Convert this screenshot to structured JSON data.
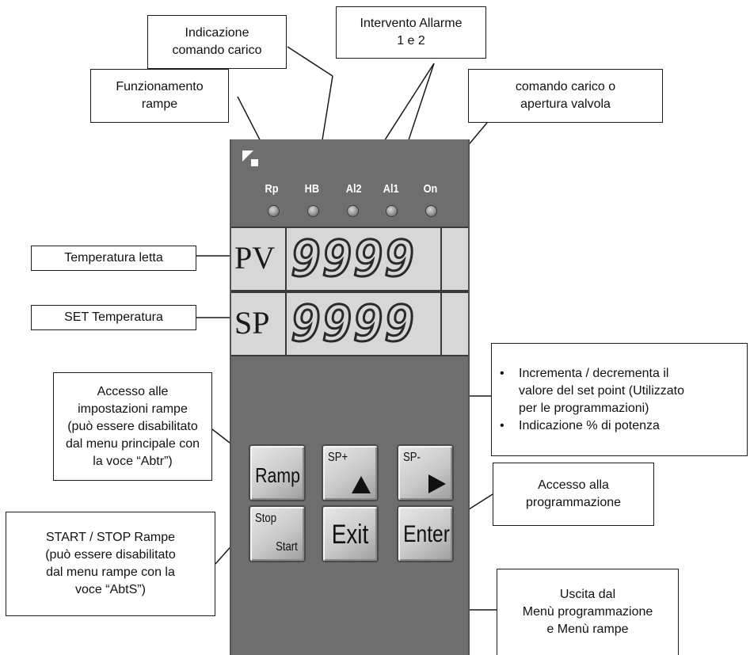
{
  "callouts": {
    "funzionamento_rampe": [
      "Funzionamento",
      "rampe"
    ],
    "indicazione_comando": [
      "Indicazione",
      "comando carico"
    ],
    "intervento_allarme": [
      "Intervento Allarme",
      "1 e 2"
    ],
    "comando_carico": [
      "comando carico o",
      "apertura valvola"
    ],
    "temperatura_letta": "Temperatura letta",
    "set_temperatura": "SET Temperatura",
    "accesso_rampe": [
      "Accesso alle",
      "impostazioni rampe",
      "(può essere disabilitato",
      "dal menu principale con",
      "la voce “Abtr”)"
    ],
    "incrementa": {
      "bullet": "•",
      "items": [
        [
          "Incrementa / decrementa il",
          "valore del set point (Utilizzato",
          "per le programmazioni)"
        ],
        [
          "Indicazione % di potenza"
        ]
      ]
    },
    "accesso_programmazione": [
      "Accesso alla",
      "programmazione"
    ],
    "start_stop": [
      "START / STOP Rampe",
      "(può essere disabilitato",
      "dal menu rampe con la",
      "voce “AbtS”)"
    ],
    "uscita": [
      "Uscita dal",
      "Menù programmazione",
      "e Menù rampe"
    ]
  },
  "device": {
    "leds": [
      "Rp",
      "HB",
      "Al2",
      "Al1",
      "On"
    ],
    "pv": {
      "label": "PV",
      "value": "9999"
    },
    "sp": {
      "label": "SP",
      "value": "9999"
    },
    "buttons": {
      "ramp": "Ramp",
      "sp_plus": "SP+",
      "sp_minus": "SP-",
      "stop": "Stop",
      "start": "Start",
      "exit": "Exit",
      "enter": "Enter"
    }
  },
  "colors": {
    "panel": "#6e6e6e",
    "display_bg": "#d7d7d7",
    "button_face": "#c9c9c9"
  }
}
